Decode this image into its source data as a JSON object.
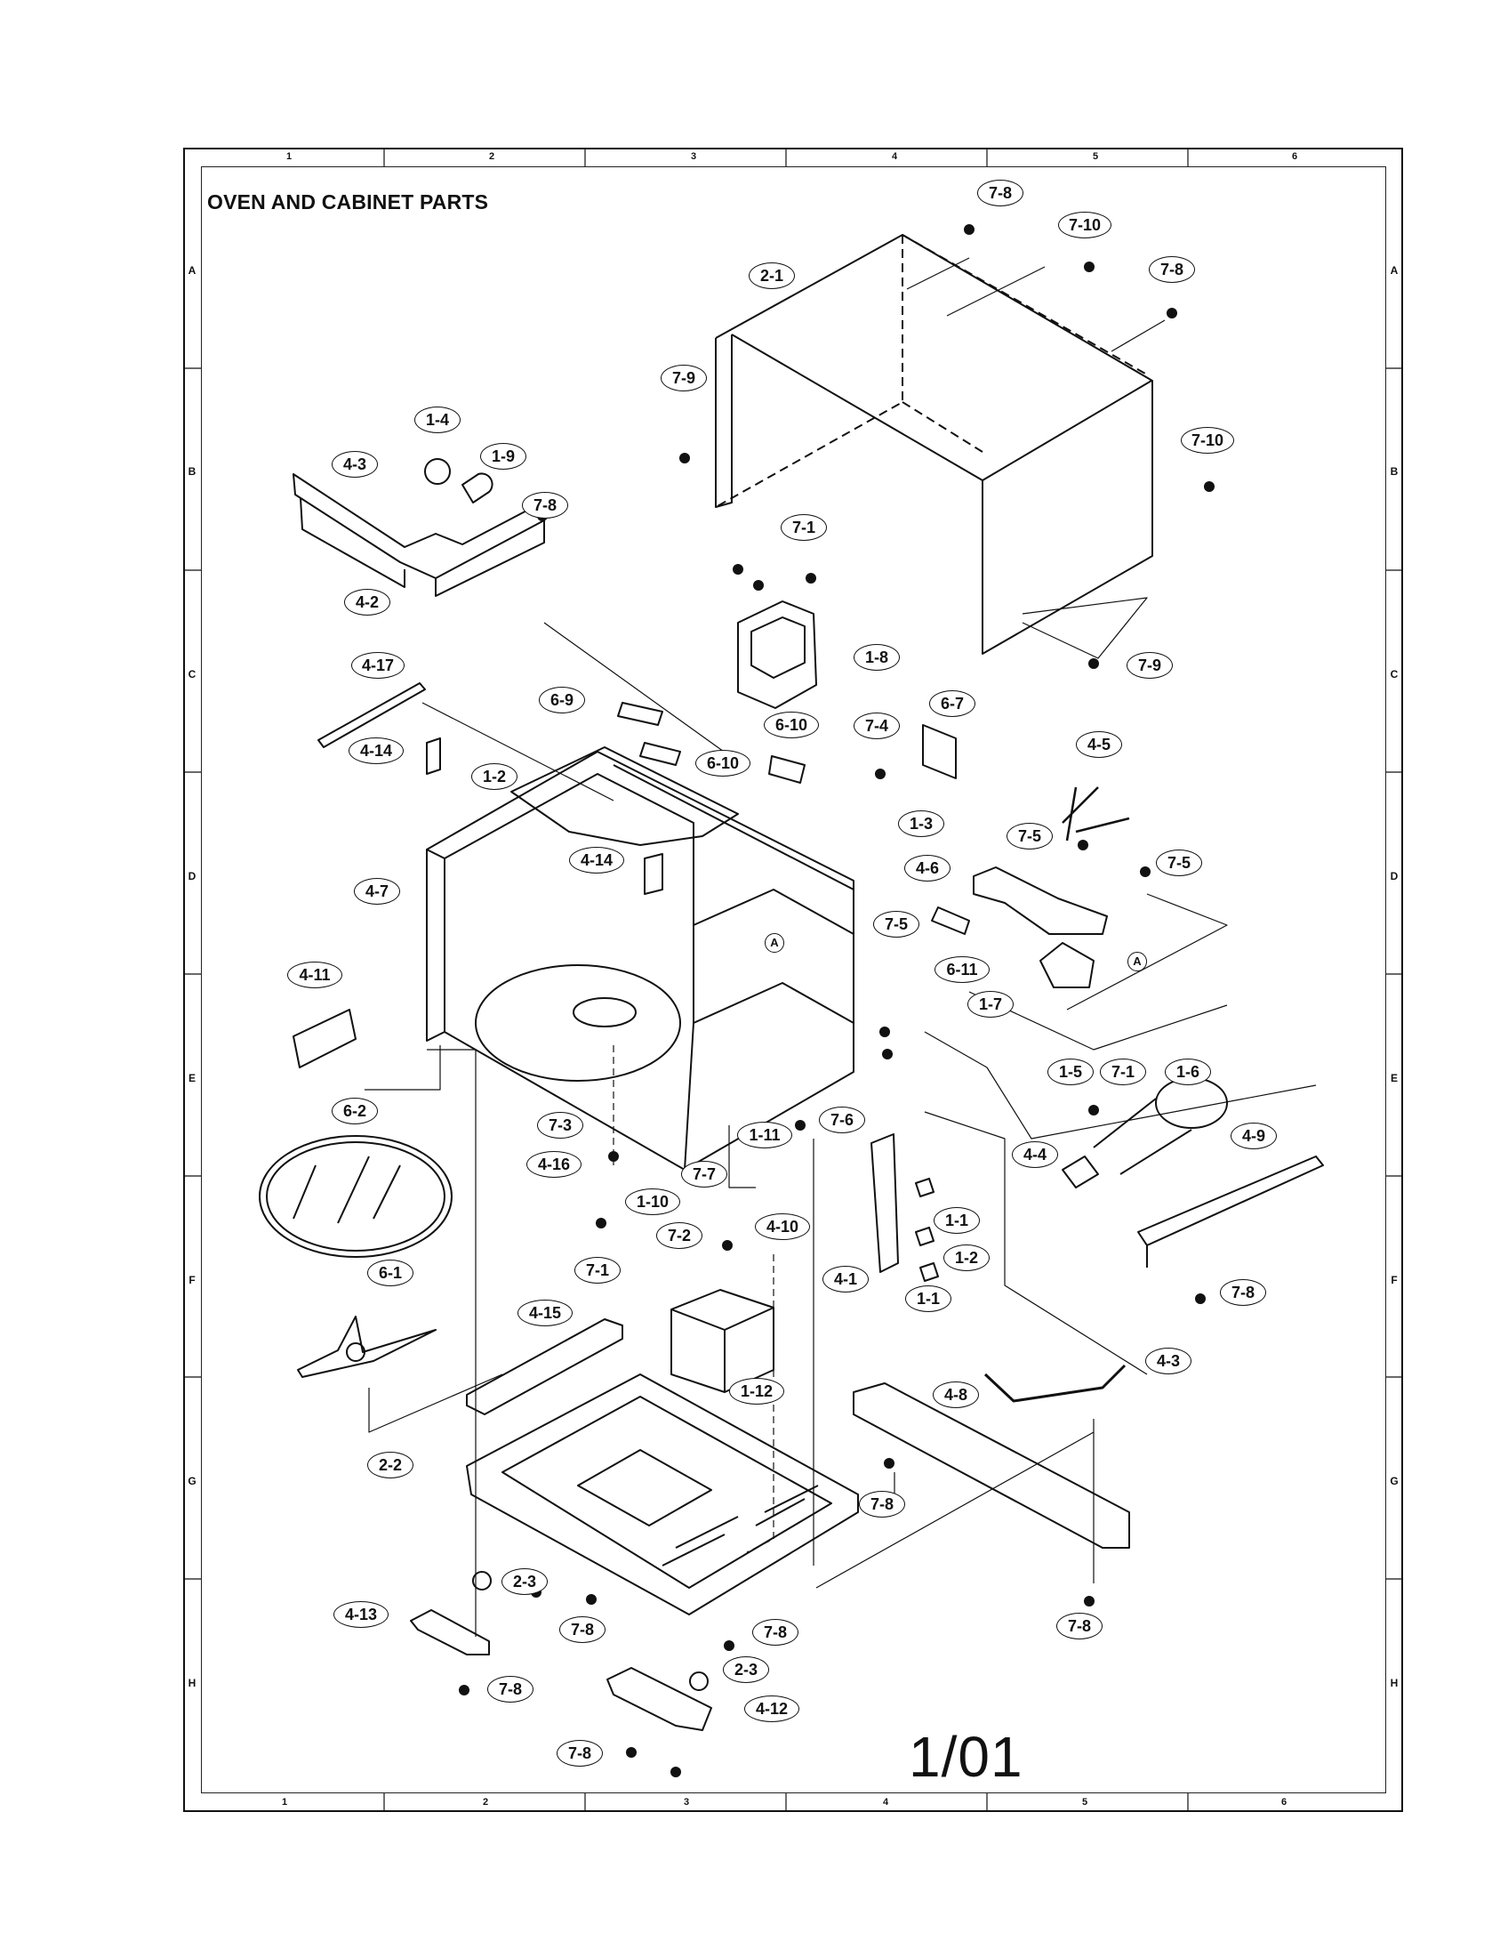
{
  "title": "OVEN AND CABINET PARTS",
  "page_number": "1/01",
  "grid": {
    "columns": [
      "1",
      "2",
      "3",
      "4",
      "5",
      "6"
    ],
    "rows": [
      "A",
      "B",
      "C",
      "D",
      "E",
      "F",
      "G",
      "H"
    ]
  },
  "reference_marker": "A",
  "callouts": [
    {
      "id": "c-7-8-a",
      "label": "7-8"
    },
    {
      "id": "c-7-10-a",
      "label": "7-10"
    },
    {
      "id": "c-7-8-b",
      "label": "7-8"
    },
    {
      "id": "c-2-1",
      "label": "2-1"
    },
    {
      "id": "c-7-9-a",
      "label": "7-9"
    },
    {
      "id": "c-7-10-b",
      "label": "7-10"
    },
    {
      "id": "c-1-4",
      "label": "1-4"
    },
    {
      "id": "c-1-9",
      "label": "1-9"
    },
    {
      "id": "c-4-3-a",
      "label": "4-3"
    },
    {
      "id": "c-7-8-c",
      "label": "7-8"
    },
    {
      "id": "c-4-2",
      "label": "4-2"
    },
    {
      "id": "c-7-1-a",
      "label": "7-1"
    },
    {
      "id": "c-1-8",
      "label": "1-8"
    },
    {
      "id": "c-7-9-b",
      "label": "7-9"
    },
    {
      "id": "c-4-17",
      "label": "4-17"
    },
    {
      "id": "c-6-9",
      "label": "6-9"
    },
    {
      "id": "c-6-10-a",
      "label": "6-10"
    },
    {
      "id": "c-7-4",
      "label": "7-4"
    },
    {
      "id": "c-6-7",
      "label": "6-7"
    },
    {
      "id": "c-4-5",
      "label": "4-5"
    },
    {
      "id": "c-4-14-a",
      "label": "4-14"
    },
    {
      "id": "c-1-2-a",
      "label": "1-2"
    },
    {
      "id": "c-6-10-b",
      "label": "6-10"
    },
    {
      "id": "c-1-3",
      "label": "1-3"
    },
    {
      "id": "c-7-5-a",
      "label": "7-5"
    },
    {
      "id": "c-4-6",
      "label": "4-6"
    },
    {
      "id": "c-7-5-b",
      "label": "7-5"
    },
    {
      "id": "c-4-14-b",
      "label": "4-14"
    },
    {
      "id": "c-4-7",
      "label": "4-7"
    },
    {
      "id": "c-7-5-c",
      "label": "7-5"
    },
    {
      "id": "c-6-11",
      "label": "6-11"
    },
    {
      "id": "c-1-7",
      "label": "1-7"
    },
    {
      "id": "c-4-11",
      "label": "4-11"
    },
    {
      "id": "c-1-5",
      "label": "1-5"
    },
    {
      "id": "c-7-1-b",
      "label": "7-1"
    },
    {
      "id": "c-1-6",
      "label": "1-6"
    },
    {
      "id": "c-6-2",
      "label": "6-2"
    },
    {
      "id": "c-7-3",
      "label": "7-3"
    },
    {
      "id": "c-1-11",
      "label": "1-11"
    },
    {
      "id": "c-7-6",
      "label": "7-6"
    },
    {
      "id": "c-4-4",
      "label": "4-4"
    },
    {
      "id": "c-4-9",
      "label": "4-9"
    },
    {
      "id": "c-4-16",
      "label": "4-16"
    },
    {
      "id": "c-7-7",
      "label": "7-7"
    },
    {
      "id": "c-1-10",
      "label": "1-10"
    },
    {
      "id": "c-4-10",
      "label": "4-10"
    },
    {
      "id": "c-1-1-a",
      "label": "1-1"
    },
    {
      "id": "c-7-2",
      "label": "7-2"
    },
    {
      "id": "c-1-2-b",
      "label": "1-2"
    },
    {
      "id": "c-7-1-c",
      "label": "7-1"
    },
    {
      "id": "c-4-1",
      "label": "4-1"
    },
    {
      "id": "c-6-1",
      "label": "6-1"
    },
    {
      "id": "c-1-1-b",
      "label": "1-1"
    },
    {
      "id": "c-7-8-d",
      "label": "7-8"
    },
    {
      "id": "c-4-15",
      "label": "4-15"
    },
    {
      "id": "c-4-3-b",
      "label": "4-3"
    },
    {
      "id": "c-1-12",
      "label": "1-12"
    },
    {
      "id": "c-4-8",
      "label": "4-8"
    },
    {
      "id": "c-2-2",
      "label": "2-2"
    },
    {
      "id": "c-7-8-e",
      "label": "7-8"
    },
    {
      "id": "c-2-3-a",
      "label": "2-3"
    },
    {
      "id": "c-4-13",
      "label": "4-13"
    },
    {
      "id": "c-7-8-f",
      "label": "7-8"
    },
    {
      "id": "c-7-8-g",
      "label": "7-8"
    },
    {
      "id": "c-7-8-h",
      "label": "7-8"
    },
    {
      "id": "c-2-3-b",
      "label": "2-3"
    },
    {
      "id": "c-7-8-i",
      "label": "7-8"
    },
    {
      "id": "c-4-12",
      "label": "4-12"
    },
    {
      "id": "c-7-8-j",
      "label": "7-8"
    }
  ]
}
